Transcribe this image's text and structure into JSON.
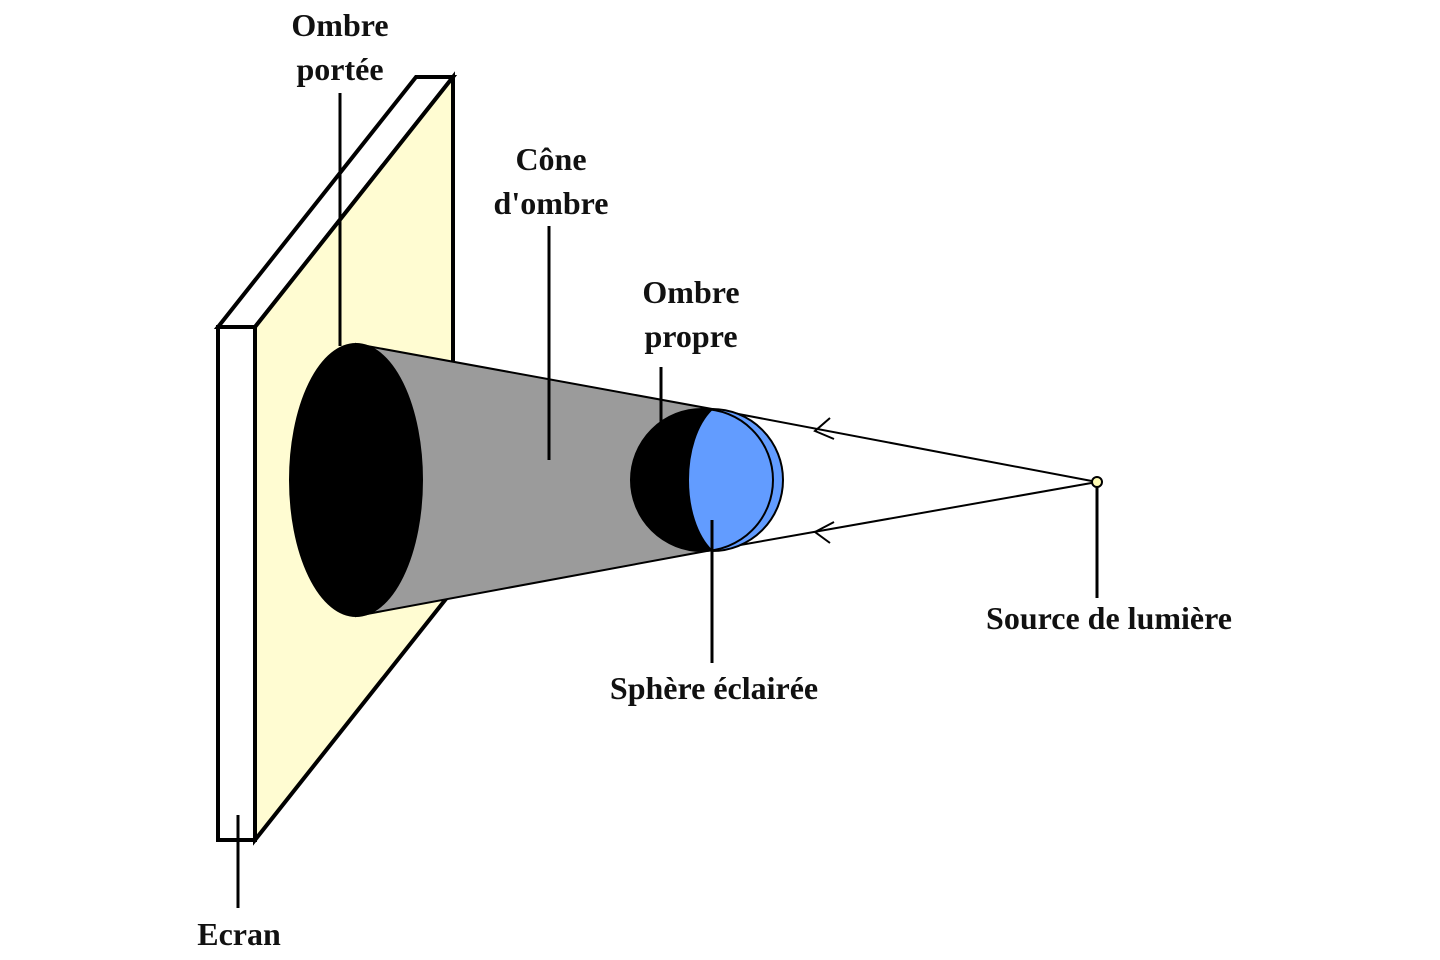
{
  "labels": {
    "ombre_portee": [
      "Ombre",
      "portée"
    ],
    "cone_ombre": [
      "Cône",
      "d'ombre"
    ],
    "ombre_propre": [
      "Ombre",
      "propre"
    ],
    "sphere_eclairee": "Sphère éclairée",
    "source_lumiere": "Source de lumière",
    "ecran": "Ecran"
  },
  "colors": {
    "screen_face": "#fffcd2",
    "screen_edge": "#ffffff",
    "cast_shadow": "#000000",
    "shadow_cone": "#9b9b9b",
    "sphere_lit": "#629cff",
    "sphere_shadow": "#000000",
    "light_source": "#fffcb4"
  }
}
